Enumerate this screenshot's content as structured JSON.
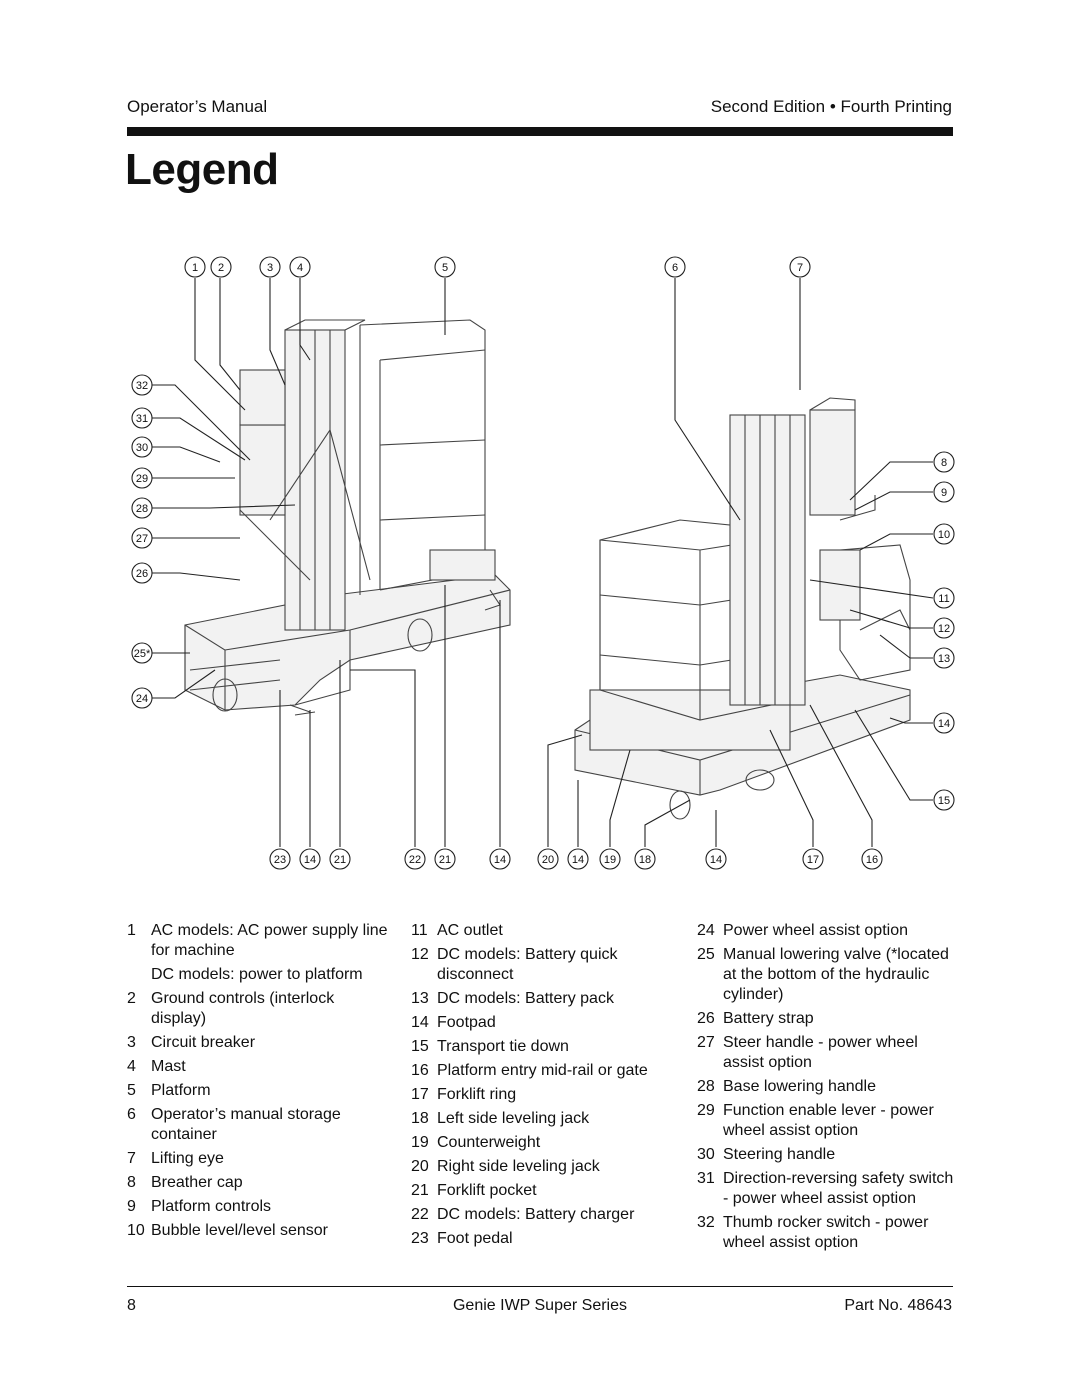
{
  "header": {
    "left": "Operator’s Manual",
    "right": "Second Edition • Fourth Printing"
  },
  "title": "Legend",
  "diagram": {
    "callouts": [
      "1",
      "2",
      "3",
      "4",
      "5",
      "6",
      "7",
      "8",
      "9",
      "10",
      "11",
      "12",
      "13",
      "14",
      "15",
      "32",
      "31",
      "30",
      "29",
      "28",
      "27",
      "26",
      "25*",
      "24",
      "23",
      "14",
      "21",
      "22",
      "21",
      "14",
      "20",
      "14",
      "19",
      "18",
      "14",
      "17",
      "16"
    ]
  },
  "legend": {
    "col1": [
      {
        "num": "1",
        "text": "AC models: AC power supply line for machine",
        "sub": "DC models: power to platform"
      },
      {
        "num": "2",
        "text": "Ground controls (interlock display)"
      },
      {
        "num": "3",
        "text": "Circuit breaker"
      },
      {
        "num": "4",
        "text": "Mast"
      },
      {
        "num": "5",
        "text": "Platform"
      },
      {
        "num": "6",
        "text": "Operator’s manual storage container"
      },
      {
        "num": "7",
        "text": "Lifting eye"
      },
      {
        "num": "8",
        "text": "Breather cap"
      },
      {
        "num": "9",
        "text": "Platform controls"
      },
      {
        "num": "10",
        "text": "Bubble level/level sensor"
      }
    ],
    "col2": [
      {
        "num": "11",
        "text": "AC outlet"
      },
      {
        "num": "12",
        "text": "DC models: Battery quick disconnect"
      },
      {
        "num": "13",
        "text": "DC models: Battery pack"
      },
      {
        "num": "14",
        "text": "Footpad"
      },
      {
        "num": "15",
        "text": "Transport tie down"
      },
      {
        "num": "16",
        "text": "Platform entry mid-rail or gate"
      },
      {
        "num": "17",
        "text": "Forklift ring"
      },
      {
        "num": "18",
        "text": "Left side leveling jack"
      },
      {
        "num": "19",
        "text": "Counterweight"
      },
      {
        "num": "20",
        "text": "Right side leveling jack"
      },
      {
        "num": "21",
        "text": "Forklift pocket"
      },
      {
        "num": "22",
        "text": "DC models: Battery charger"
      },
      {
        "num": "23",
        "text": "Foot pedal"
      }
    ],
    "col3": [
      {
        "num": "24",
        "text": "Power wheel assist option"
      },
      {
        "num": "25",
        "text": "Manual lowering valve (*located at the bottom of the hydraulic cylinder)"
      },
      {
        "num": "26",
        "text": "Battery strap"
      },
      {
        "num": "27",
        "text": "Steer handle - power wheel assist option"
      },
      {
        "num": "28",
        "text": "Base lowering handle"
      },
      {
        "num": "29",
        "text": "Function enable lever - power wheel assist option"
      },
      {
        "num": "30",
        "text": "Steering handle"
      },
      {
        "num": "31",
        "text": "Direction-reversing safety switch - power wheel assist option"
      },
      {
        "num": "32",
        "text": "Thumb rocker switch - power wheel assist option"
      }
    ]
  },
  "footer": {
    "page": "8",
    "center": "Genie IWP Super Series",
    "part": "Part No. 48643"
  }
}
